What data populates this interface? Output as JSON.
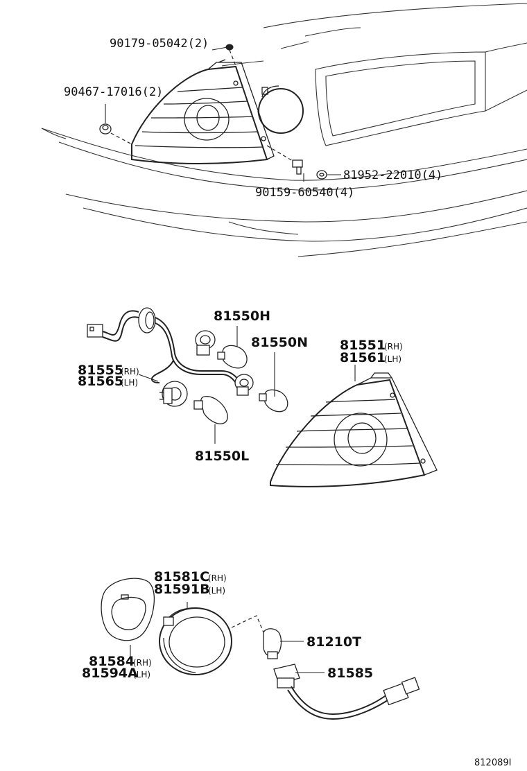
{
  "upper_assembly": {
    "part_90179": "90179-05042(2)",
    "part_90467": "90467-17016(2)",
    "part_81952": "81952-22010(4)",
    "part_90159": "90159-60540(4)"
  },
  "socket_assembly": {
    "part_81550H": "81550H",
    "part_81550N": "81550N",
    "part_81550L": "81550L",
    "part_81555": "81555",
    "part_81555_side": "(RH)",
    "part_81565": "81565",
    "part_81565_side": "(LH)"
  },
  "lamp_lens": {
    "part_81551": "81551",
    "part_81551_side": "(RH)",
    "part_81561": "81561",
    "part_81561_side": "(LH)"
  },
  "license_lamp": {
    "part_81581C": "81581C",
    "part_81581C_side": "(RH)",
    "part_81591B": "81591B",
    "part_81591B_side": "(LH)",
    "part_81584": "81584",
    "part_81584_side": "(RH)",
    "part_81594A": "81594A",
    "part_81594A_side": "(LH)",
    "part_81210T": "81210T",
    "part_81585": "81585"
  },
  "diagram_code": "812089I"
}
